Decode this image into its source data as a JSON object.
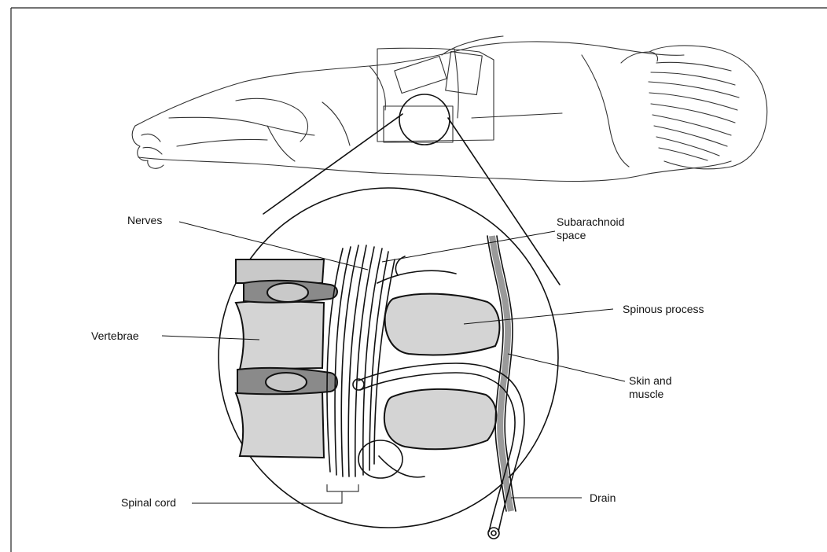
{
  "labels": {
    "nerves": "Nerves",
    "subarachnoid": "Subarachnoid space",
    "spinous_process": "Spinous process",
    "vertebrae": "Vertebrae",
    "skin_muscle": "Skin and muscle",
    "spinal_cord": "Spinal cord",
    "drain": "Drain"
  },
  "colors": {
    "line": "#111111",
    "bone": "#c9c9c9",
    "disc": "#8a8a8a",
    "background": "#ffffff"
  }
}
